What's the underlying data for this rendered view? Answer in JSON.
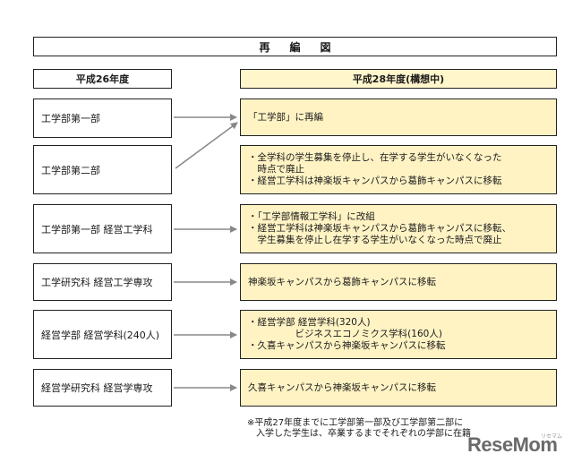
{
  "top_note": "",
  "title": "再編図",
  "headers": {
    "left": "平成26年度",
    "right": "平成28年度(構想中)"
  },
  "left_items": [
    "工学部第一部",
    "工学部第二部",
    "工学部第一部 経営工学科",
    "工学研究科 経営工学専攻",
    "経営学部 経営学科(240人)",
    "経営学研究科 経営学専攻"
  ],
  "right_items": [
    [
      "「工学部」に再編"
    ],
    [
      "・全学科の学生募集を停止し、在学する学生がいなくなった",
      "　時点で廃止",
      "・経営工学科は神楽坂キャンパスから葛飾キャンパスに移転"
    ],
    [
      "・「工学部情報工学科」に改組",
      "・経営工学科は神楽坂キャンパスから葛飾キャンパスに移転、",
      "　学生募集を停止し在学する学生がいなくなった時点で廃止"
    ],
    [
      "神楽坂キャンパスから葛飾キャンパスに移転"
    ],
    [
      "・経営学部 経営学科(320人)",
      "　　　　　ビジネスエコノミクス学科(160人)",
      "・久喜キャンパスから神楽坂キャンパスに移転"
    ],
    [
      "久喜キャンパスから神楽坂キャンパスに移転"
    ]
  ],
  "footnote": [
    "※平成27年度までに工学部第一部及び工学部第二部に",
    "　入学した学生は、卒業するまでそれぞれの学部に在籍"
  ],
  "logo": {
    "text": "ReseMom",
    "kana": "リセマム"
  },
  "colors": {
    "right_fill": "#fff3c4",
    "header_fill": "#fff6cc",
    "arrow": "#888888"
  }
}
